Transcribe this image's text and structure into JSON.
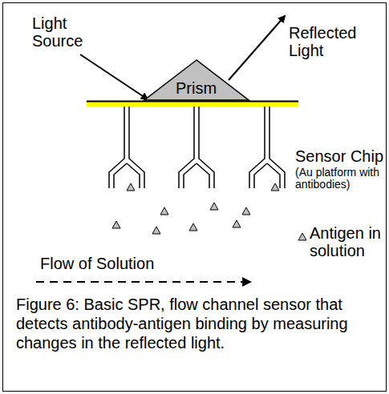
{
  "diagram": {
    "caption": "Figure 6: Basic SPR, flow channel sensor that detects antibody-antigen binding by measuring changes in the reflected light.",
    "nodes": [
      {
        "text": [
          "Prism"
        ]
      }
    ],
    "labels": [
      "Light Source",
      "Reflected Light",
      "Sensor Chip",
      "(Au platform with antibodies)",
      "Antigen in solution",
      "Flow of Solution"
    ]
  }
}
